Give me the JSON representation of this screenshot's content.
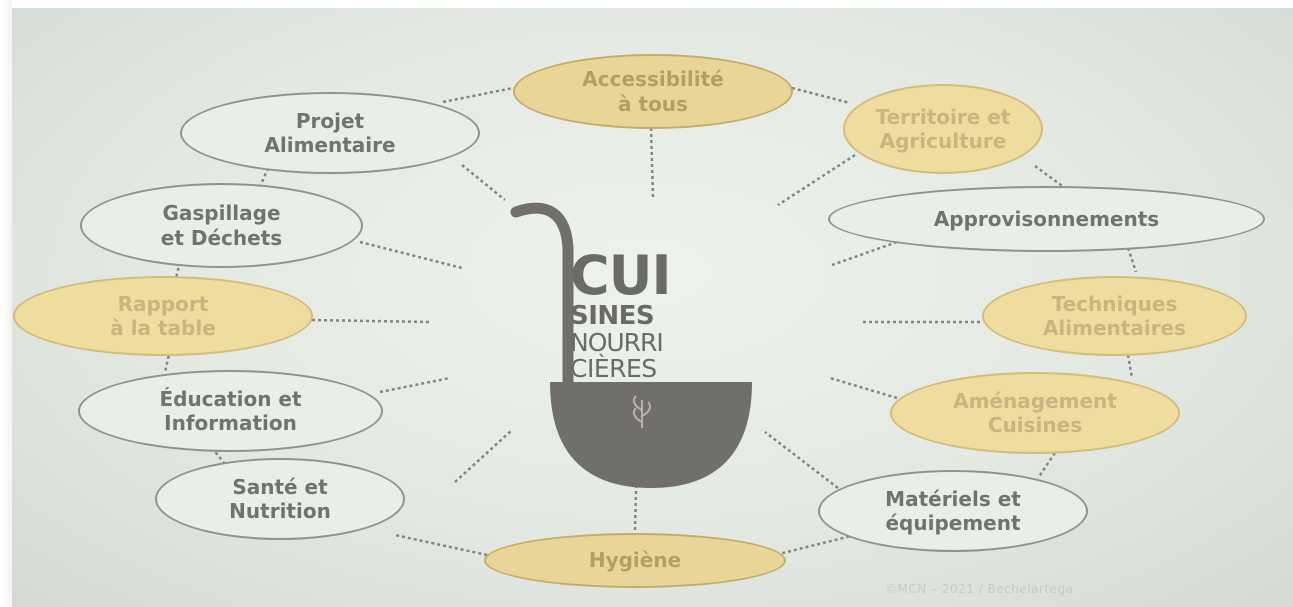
{
  "logo": {
    "line1": "CUI",
    "line2": "SINES",
    "line3": "NOURRI",
    "line4": "CIÈRES"
  },
  "topics": [
    {
      "key": "accessibilite",
      "label": "Accessibilité\nà tous",
      "highlighted": true
    },
    {
      "key": "territoire",
      "label": "Territoire et\nAgriculture",
      "highlighted": true
    },
    {
      "key": "approvisionnements",
      "label": "Approvisonnements",
      "highlighted": false
    },
    {
      "key": "techniques",
      "label": "Techniques\nAlimentaires",
      "highlighted": true
    },
    {
      "key": "amenagement",
      "label": "Aménagement\nCuisines",
      "highlighted": true
    },
    {
      "key": "materiels",
      "label": "Matériels et\néquipement",
      "highlighted": false
    },
    {
      "key": "hygiene",
      "label": "Hygiène",
      "highlighted": true
    },
    {
      "key": "sante",
      "label": "Santé et\nNutrition",
      "highlighted": true
    },
    {
      "key": "education",
      "label": "Éducation et\nInformation",
      "highlighted": false
    },
    {
      "key": "rapport",
      "label": "Rapport\nà la table",
      "highlighted": true
    },
    {
      "key": "gaspillage",
      "label": "Gaspillage\net Déchets",
      "highlighted": true
    },
    {
      "key": "projet",
      "label": "Projet\nAlimentaire",
      "highlighted": false
    }
  ],
  "credit": "©MCN – 2021 / Bechelartega",
  "colors": {
    "highlight_fill": "#e9d597",
    "plain_fill": "#e9eee8",
    "outline": "#8c948f",
    "text": "#6d7571",
    "connector": "#7f8781"
  }
}
